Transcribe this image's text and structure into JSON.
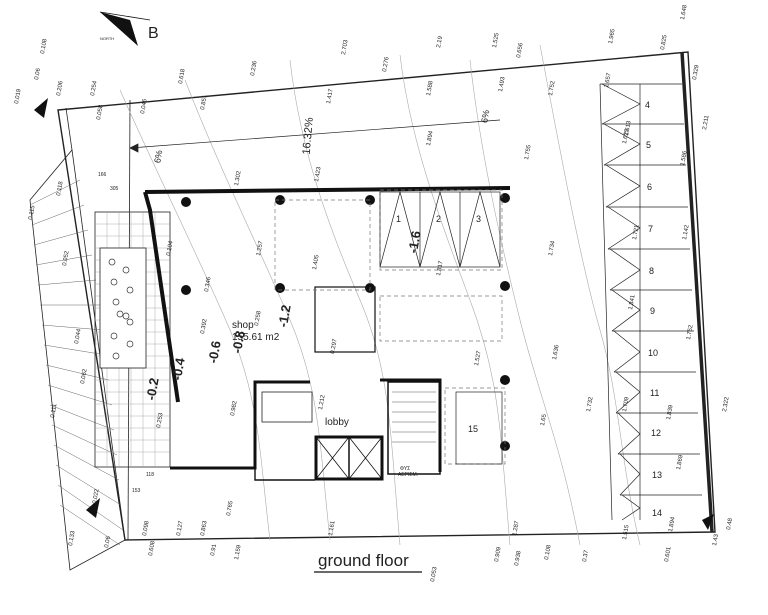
{
  "title": "ground floor",
  "north_marker": {
    "letter": "B",
    "caption": "NORTH"
  },
  "rooms": {
    "shop": "shop",
    "shop_area": "155.61 m2",
    "lobby": "lobby"
  },
  "slopes": [
    "6%",
    "16.32%",
    "6%"
  ],
  "levels": [
    "-0.2",
    "-0.4",
    "-0.6",
    "-0.8",
    "-1.2",
    "-1.6"
  ],
  "parking_numbers": [
    "1",
    "2",
    "3",
    "4",
    "5",
    "6",
    "7",
    "8",
    "9",
    "10",
    "11",
    "12",
    "13",
    "14",
    "15"
  ],
  "spot_heights": {
    "top": [
      "0.108",
      "0.06",
      "0.019",
      "2.703",
      "2.19",
      "1.525",
      "1.965",
      "1.648",
      "0.206",
      "0.254",
      "0.618",
      "0.236",
      "0.276",
      "0.656",
      "0.825",
      "0.329",
      "0.058",
      "0.046",
      "0.851",
      "1.417",
      "1.588",
      "1.493",
      "1.752",
      "1.657",
      "2.211"
    ],
    "middle": [
      "1.302",
      "1.423",
      "1.894",
      "1.755",
      "1.257",
      "1.405",
      "1.625",
      "1.817",
      "1.734",
      "1.721",
      "0.104",
      "0.346",
      "0.392",
      "0.258",
      "0.297",
      "1.212",
      "0.982",
      "0.253",
      "1.527",
      "1.636",
      "1.65",
      "1.732",
      "1.841",
      "1.752",
      "1.613",
      "1.586",
      "1.142"
    ],
    "left": [
      "0.115",
      "0.118",
      "0.052",
      "0.044",
      "0.062",
      "0.111",
      "0.022",
      "0.133",
      "0.06"
    ],
    "bottom": [
      "0.098",
      "0.608",
      "0.127",
      "0.863",
      "0.765",
      "0.91",
      "1.159",
      "1.161",
      "1.287",
      "0.909",
      "0.938",
      "0.108",
      "0.37",
      "0.601",
      "1.515",
      "1.894",
      "1.869",
      "1.839",
      "1.709",
      "2.322",
      "1.43",
      "0.48",
      "0.053"
    ]
  },
  "dimensions": [
    "166",
    "305",
    "153",
    "118"
  ],
  "small_labels": [
    "ΦΥΣ",
    "ΑΕΡΙΣΜ."
  ]
}
